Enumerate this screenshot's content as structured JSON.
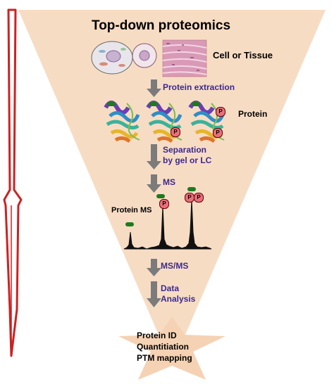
{
  "title": "Top-down proteomics",
  "sample_label": "Cell or Tissue",
  "protein_label": "Protein",
  "protein_ms_label": "Protein MS",
  "steps": {
    "extraction": "Protein extraction",
    "separation_1": "Separation",
    "separation_2": "by gel or LC",
    "ms": "MS",
    "msms": "MS/MS",
    "analysis_1": "Data",
    "analysis_2": "Analysis"
  },
  "outputs": {
    "line1": "Protein ID",
    "line2": "Quantitiation",
    "line3": "PTM mapping"
  },
  "phospho_mark": "P",
  "colors": {
    "funnel": "#f7dcc4",
    "arrow": "#7b7b7b",
    "step_text": "#3b2a8c",
    "needle": "#cc2222",
    "phospho": "#e8707a"
  }
}
